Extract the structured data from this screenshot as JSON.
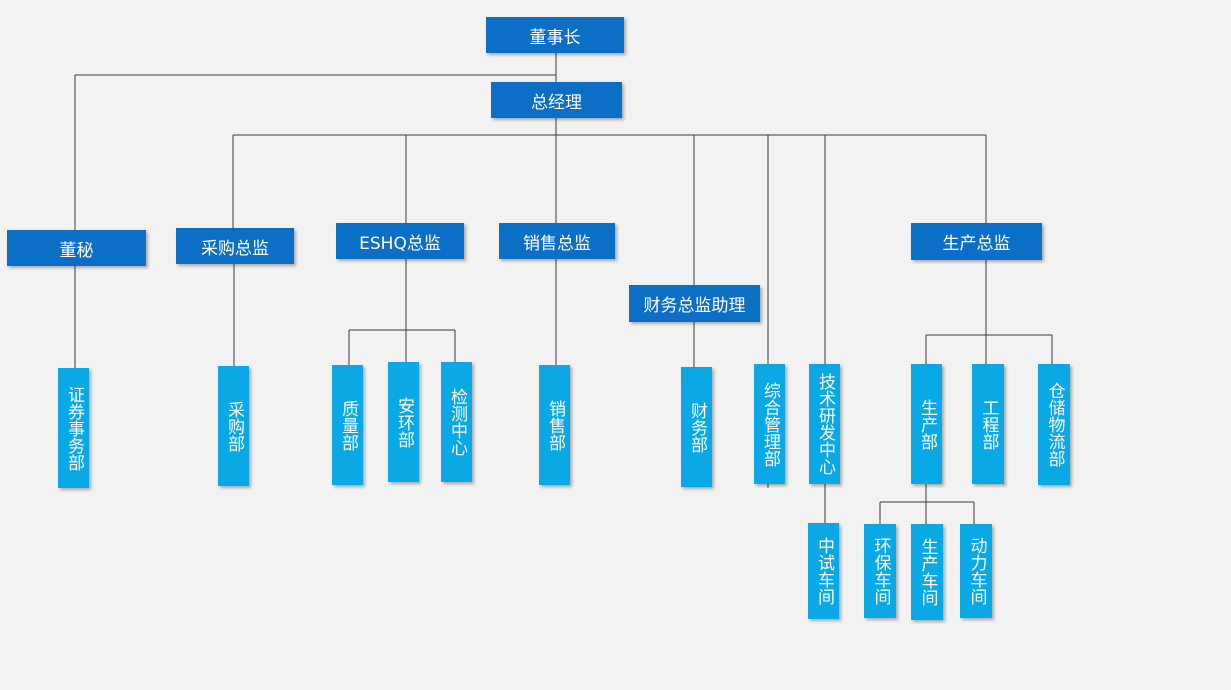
{
  "colors": {
    "background": "#f2f2f2",
    "manager_box": "#0b6fc6",
    "department_box": "#0aa9e6",
    "connector": "#3a3a3a",
    "text": "#ffffff"
  },
  "nodes": {
    "chairman": "董事长",
    "general_manager": "总经理",
    "board_secretary": "董秘",
    "purchasing_director": "采购总监",
    "eshq_director": "ESHQ总监",
    "sales_director": "销售总监",
    "finance_director_assistant": "财务总监助理",
    "production_director": "生产总监",
    "securities_affairs_dept": "证券事务部",
    "purchasing_dept": "采购部",
    "quality_dept": "质量部",
    "safety_env_dept": "安环部",
    "testing_center": "检测中心",
    "sales_dept": "销售部",
    "finance_dept": "财务部",
    "general_admin_dept": "综合管理部",
    "tech_rd_center": "技术研发中心",
    "production_dept": "生产部",
    "engineering_dept": "工程部",
    "warehouse_logistics_dept": "仓储物流部",
    "pilot_workshop": "中试车间",
    "env_protection_workshop": "环保车间",
    "production_workshop": "生产车间",
    "power_workshop": "动力车间"
  }
}
